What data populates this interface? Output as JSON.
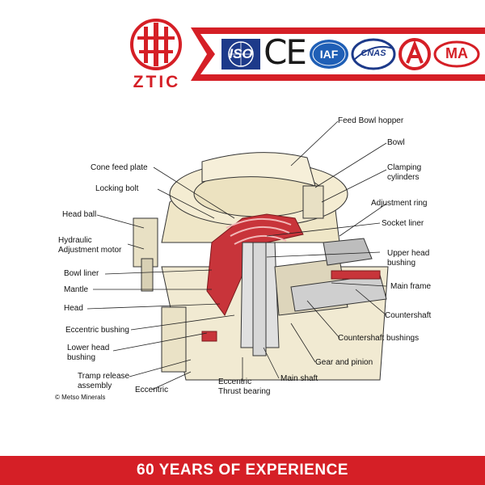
{
  "brand": {
    "logo_text": "ZTIC",
    "colors": {
      "red": "#d51f26",
      "navy": "#1d3a8a",
      "bg": "#ffffff"
    }
  },
  "certifications": [
    {
      "icon": "iso-badge-icon",
      "text": "ISO"
    },
    {
      "icon": "ce-mark-icon",
      "text": "CE"
    },
    {
      "icon": "iaf-badge-icon",
      "text": "IAF"
    },
    {
      "icon": "cnas-badge-icon",
      "text": "CNAS"
    },
    {
      "icon": "ac-badge-icon",
      "text": ""
    },
    {
      "icon": "cma-badge-icon",
      "text": "MA"
    }
  ],
  "diagram": {
    "labels": {
      "feed_bowl_hopper": "Feed Bowl hopper",
      "bowl": "Bowl",
      "clamping_cylinders": "Clamping\ncylinders",
      "cone_feed_plate": "Cone feed plate",
      "locking_bolt": "Locking bolt",
      "adjustment_ring": "Adjustment ring",
      "head_ball": "Head ball",
      "socket_liner": "Socket liner",
      "hydraulic_adjustment_motor": "Hydraulic\nAdjustment motor",
      "upper_head_bushing": "Upper head\nbushing",
      "bowl_liner": "Bowl liner",
      "main_frame": "Main frame",
      "mantle": "Mantle",
      "head": "Head",
      "countershaft": "Countershaft",
      "eccentric_bushing": "Eccentric bushing",
      "countershaft_bushings": "Countershaft bushings",
      "lower_head_bushing": "Lower head\nbushing",
      "gear_and_pinion": "Gear and pinion",
      "tramp_release_assembly": "Tramp release\nassembly",
      "main_shaft": "Main shaft",
      "eccentric_thrust_bearing": "Eccentric\nThrust bearing",
      "eccentric": "Eccentric"
    },
    "copyright": "© Metso Minerals"
  },
  "footer": {
    "tagline": "60 YEARS OF EXPERIENCE"
  }
}
